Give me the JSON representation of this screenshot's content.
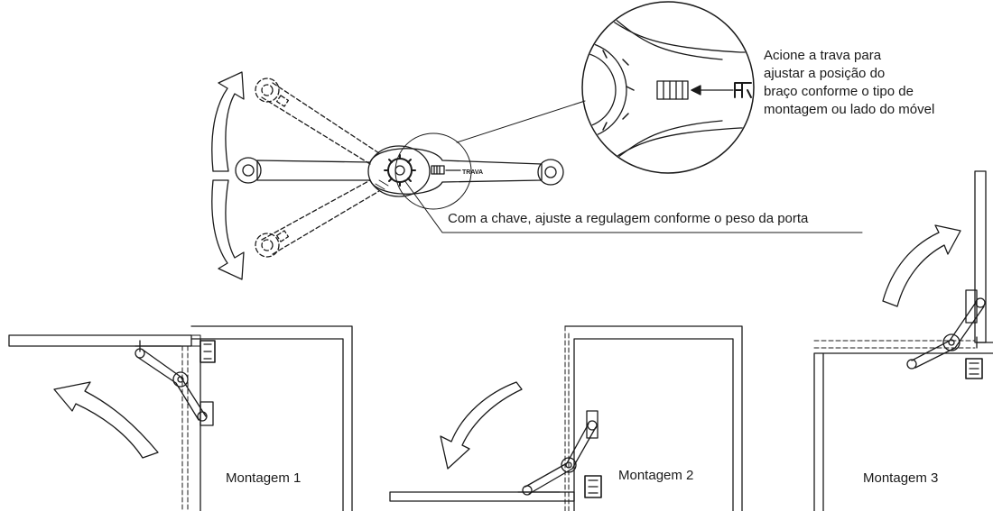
{
  "callouts": {
    "lock_note_lines": [
      "Acione a trava para",
      "ajustar a posição do",
      "braço conforme o tipo de",
      "montagem ou lado do móvel"
    ],
    "key_note": "Com a chave, ajuste a regulagem conforme o peso da porta"
  },
  "mountings": [
    {
      "label": "Montagem 1"
    },
    {
      "label": "Montagem 2"
    },
    {
      "label": "Montagem 3"
    }
  ],
  "hinge_mark": "TRAVA",
  "colors": {
    "line": "#1a1a1a",
    "background": "#ffffff"
  }
}
